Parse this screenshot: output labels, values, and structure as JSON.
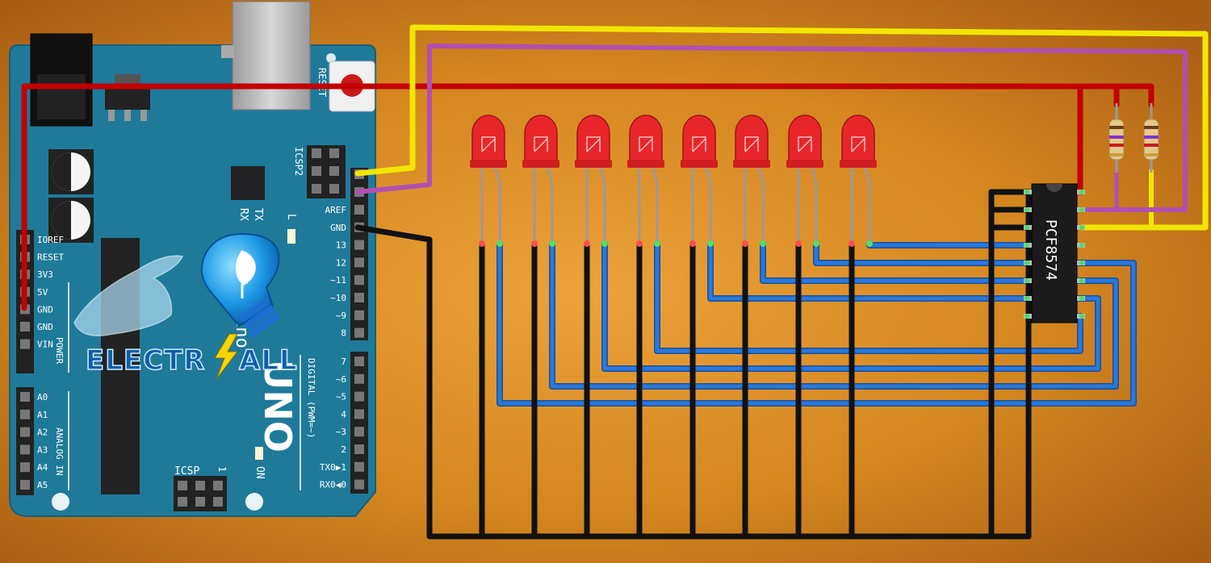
{
  "board": {
    "reset_label": "RESET",
    "icsp2_label": "ICSP2",
    "icsp_label": "ICSP",
    "icsp_pin1_marker": "1",
    "tx_label": "TX",
    "rx_label": "RX",
    "l_label": "L",
    "on_label": "ON",
    "uno_label": "UNO",
    "ino_label": "ino",
    "power_section_label": "POWER",
    "analog_section_label": "ANALOG IN",
    "digital_section_label": "DIGITAL (PWM=~)",
    "power_pins": [
      "IOREF",
      "RESET",
      "3V3",
      "5V",
      "GND",
      "GND",
      "VIN"
    ],
    "analog_pins": [
      "A0",
      "A1",
      "A2",
      "A3",
      "A4",
      "A5"
    ],
    "top_header_pins": [
      "AREF",
      "GND",
      "13",
      "12",
      "~11",
      "~10",
      "~9",
      "8"
    ],
    "digital_pins": [
      "7",
      "~6",
      "~5",
      "4",
      "~3",
      "2",
      "TX0▶1",
      "RX0◀0"
    ]
  },
  "logo": {
    "text_left": "ELECTR",
    "text_right": "ALL"
  },
  "chip": {
    "label": "PCF8574"
  },
  "leds": [
    "led-1",
    "led-2",
    "led-3",
    "led-4",
    "led-5",
    "led-6",
    "led-7",
    "led-8"
  ],
  "resistors": [
    "resistor-1",
    "resistor-2"
  ],
  "colors": {
    "background": "#d4861f",
    "board": "#1f7a9a",
    "wire_power": "#d40000",
    "wire_gnd": "#111111",
    "wire_signal": "#2a78d8",
    "wire_sda": "#b050b0",
    "wire_scl": "#f2e600",
    "led": "#e8262a"
  }
}
